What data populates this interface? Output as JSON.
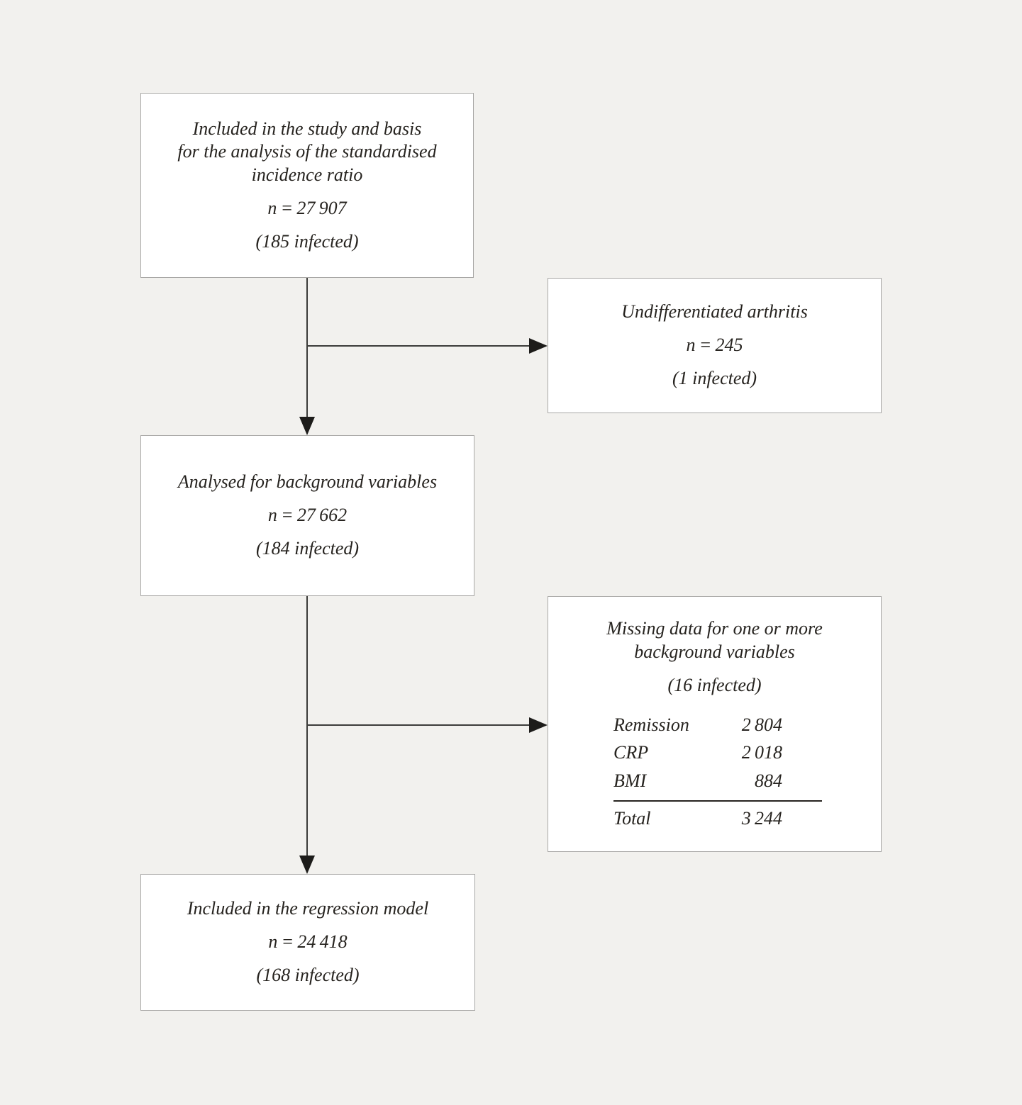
{
  "colors": {
    "page_bg": "#f2f1ee",
    "box_bg": "#ffffff",
    "box_border": "#a8a7a5",
    "text": "#26231f",
    "connector": "#3c3c3a",
    "arrowhead": "#1d1c1a"
  },
  "boxes": {
    "included_study": {
      "title_line1": "Included in the study and basis",
      "title_line2": "for the analysis of the standardised",
      "title_line3": "incidence ratio",
      "n": "n = 27 907",
      "infected": "(185 infected)"
    },
    "undifferentiated": {
      "title": "Undifferentiated arthritis",
      "n": "n = 245",
      "infected": "(1 infected)"
    },
    "background_vars": {
      "title": "Analysed for background variables",
      "n": "n = 27 662",
      "infected": "(184 infected)"
    },
    "missing_data": {
      "title_line1": "Missing data for one or more",
      "title_line2": "background variables",
      "infected": "(16 infected)",
      "rows": [
        {
          "label": "Remission",
          "value": "2 804"
        },
        {
          "label": "CRP",
          "value": "2 018"
        },
        {
          "label": "BMI",
          "value": "884"
        }
      ],
      "total_label": "Total",
      "total_value": "3 244"
    },
    "regression": {
      "title": "Included in the regression model",
      "n": "n = 24 418",
      "infected": "(168 infected)"
    }
  }
}
